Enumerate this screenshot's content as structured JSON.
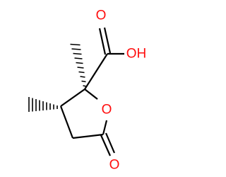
{
  "molecule": {
    "atoms": {
      "carboxyl_o_double": {
        "label": "O",
        "color": "#ff0d0d"
      },
      "carboxyl_oh": {
        "label": "OH",
        "color": "#ff0d0d"
      },
      "ring_o": {
        "label": "O",
        "color": "#ff0d0d"
      },
      "ketone_o": {
        "label": "O",
        "color": "#ff0d0d"
      }
    },
    "stereo": {
      "c2_methyl": "hashed-wedge",
      "c3_methyl": "hashed-wedge"
    },
    "bond_color": "#000000"
  }
}
